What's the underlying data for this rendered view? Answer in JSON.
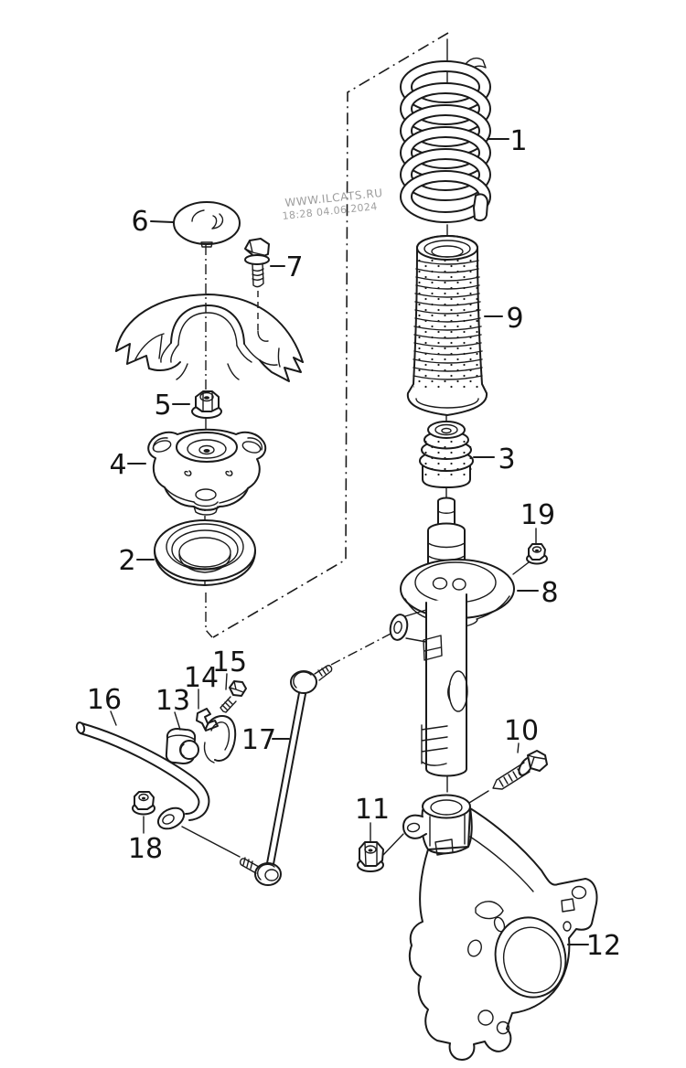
{
  "watermark": {
    "site": "WWW.ILCATS.RU",
    "timestamp": "18:28 04.06.2024"
  },
  "colors": {
    "ink": "#1a1a1a",
    "watermark": "#9c9c9c",
    "background": "#ffffff"
  },
  "diagram": {
    "type": "exploded-parts-diagram",
    "subject": "front-suspension-strut-assembly",
    "callouts": [
      {
        "num": "1",
        "target": "coil-spring"
      },
      {
        "num": "2",
        "target": "strut-bearing"
      },
      {
        "num": "3",
        "target": "bump-stop"
      },
      {
        "num": "4",
        "target": "strut-mount"
      },
      {
        "num": "5",
        "target": "hex-nut"
      },
      {
        "num": "6",
        "target": "cover-cap"
      },
      {
        "num": "7",
        "target": "bolt"
      },
      {
        "num": "8",
        "target": "shock-strut"
      },
      {
        "num": "9",
        "target": "protective-boot"
      },
      {
        "num": "10",
        "target": "bolt"
      },
      {
        "num": "11",
        "target": "flange-nut"
      },
      {
        "num": "12",
        "target": "steering-knuckle"
      },
      {
        "num": "13",
        "target": "stabilizer-bushing"
      },
      {
        "num": "14",
        "target": "clamp"
      },
      {
        "num": "15",
        "target": "screw"
      },
      {
        "num": "16",
        "target": "stabilizer-bar"
      },
      {
        "num": "17",
        "target": "stabilizer-link"
      },
      {
        "num": "18",
        "target": "flange-nut"
      },
      {
        "num": "19",
        "target": "hex-nut"
      }
    ]
  }
}
